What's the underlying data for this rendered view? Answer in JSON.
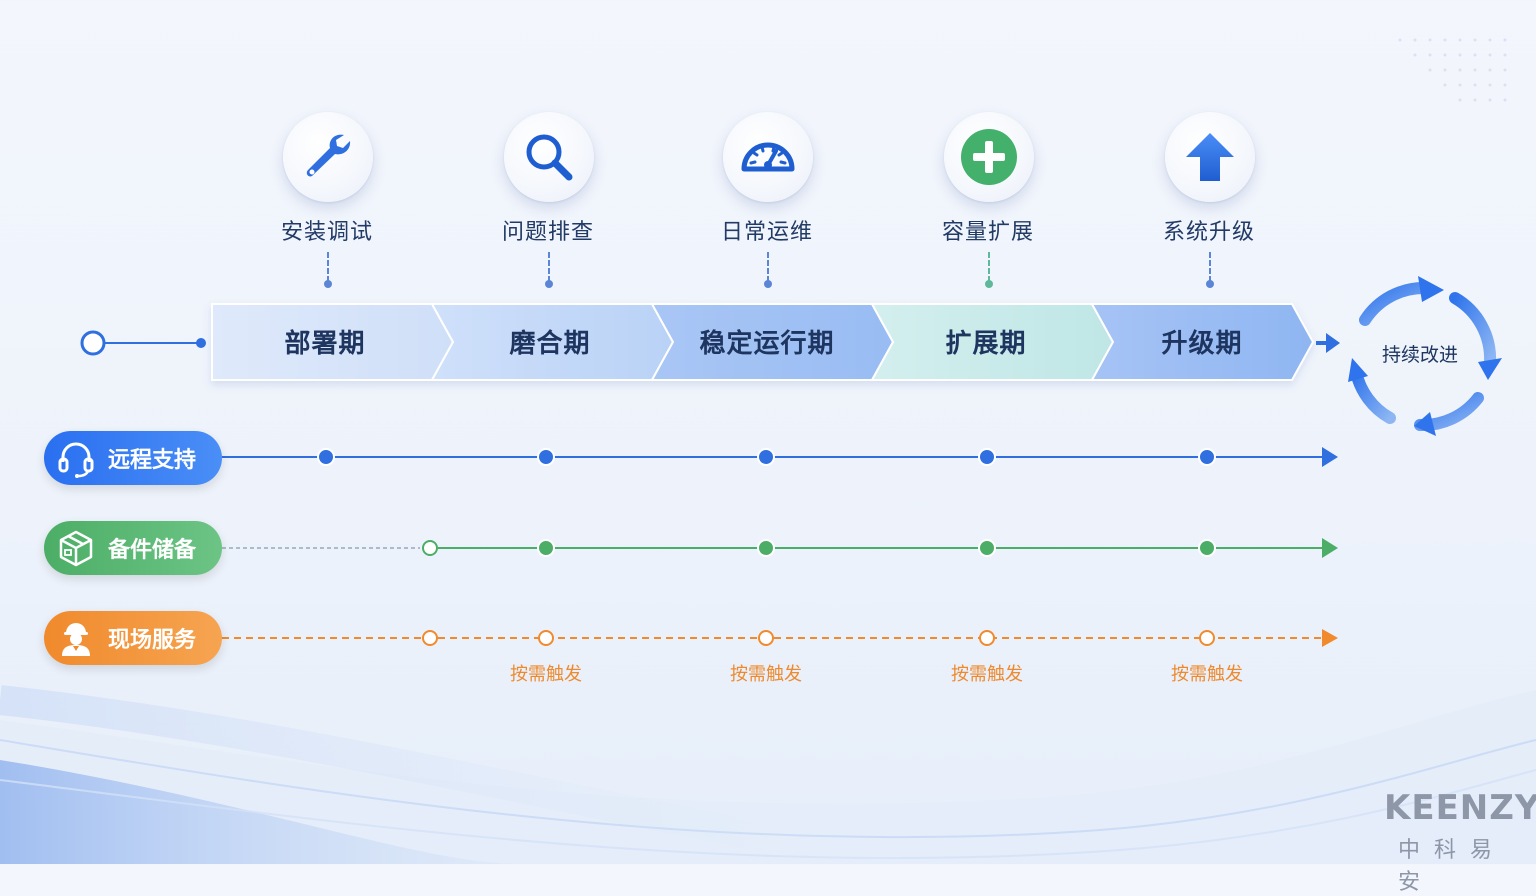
{
  "tasks": [
    {
      "label": "安装调试",
      "icon": "wrench-icon"
    },
    {
      "label": "问题排查",
      "icon": "search-icon"
    },
    {
      "label": "日常运维",
      "icon": "speedometer-icon"
    },
    {
      "label": "容量扩展",
      "icon": "plus-circle-icon"
    },
    {
      "label": "系统升级",
      "icon": "arrow-up-icon"
    }
  ],
  "phases": [
    "部署期",
    "磨合期",
    "稳定运行期",
    "扩展期",
    "升级期"
  ],
  "cycle": {
    "label": "持续改进",
    "icon": "cycle-arrows-icon"
  },
  "tracks": {
    "remote": {
      "label": "远程支持",
      "icon": "headset-icon",
      "color": "#2a6ff0"
    },
    "spares": {
      "label": "备件储备",
      "icon": "box-icon",
      "color": "#4cae66"
    },
    "onsite": {
      "label": "现场服务",
      "icon": "engineer-icon",
      "color": "#f08a2c"
    }
  },
  "triggers": [
    "按需触发",
    "按需触发",
    "按需触发",
    "按需触发"
  ],
  "brand": {
    "en": "KEENZY",
    "cn": "中科易安"
  }
}
